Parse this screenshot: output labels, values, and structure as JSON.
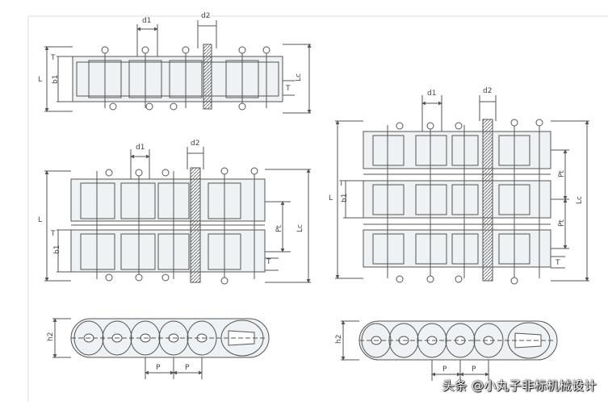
{
  "dimension_labels": {
    "d1": "d1",
    "d2": "d2",
    "L": "L",
    "Lc": "Lc",
    "T": "T",
    "b1": "b1",
    "Pt": "Pt",
    "P": "P",
    "h2": "h2"
  },
  "watermark": "头条 @小丸子非标机械设计",
  "colors": {
    "line": "#555555",
    "background": "#ffffff",
    "fill": "#eef2f4"
  }
}
